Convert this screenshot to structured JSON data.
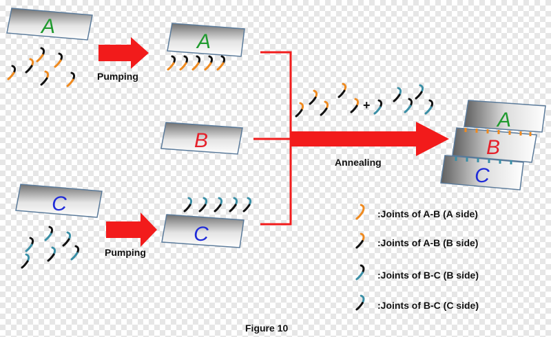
{
  "plates": {
    "a_initial": {
      "letter": "A",
      "color": "#1f9a2e"
    },
    "a_pumped": {
      "letter": "A",
      "color": "#1f9a2e"
    },
    "b_middle": {
      "letter": "B",
      "color": "#e5202a"
    },
    "c_initial": {
      "letter": "C",
      "color": "#1f2bd8"
    },
    "c_pumped": {
      "letter": "C",
      "color": "#1f2bd8"
    },
    "stack_a": {
      "letter": "A",
      "color": "#1f9a2e"
    },
    "stack_b": {
      "letter": "B",
      "color": "#e5202a"
    },
    "stack_c": {
      "letter": "C",
      "color": "#1f2bd8"
    }
  },
  "labels": {
    "pumping_top": "Pumping",
    "pumping_bottom": "Pumping",
    "annealing": "Annealing",
    "plus": "+",
    "figure": "Figure 10"
  },
  "legend": [
    {
      "text": ":Joints of A-B (A side)",
      "top": "#ef8a1f",
      "bottom": "#ef8a1f"
    },
    {
      "text": ":Joints of A-B (B side)",
      "top": "#ef8a1f",
      "bottom": "#111111"
    },
    {
      "text": ":Joints of B-C (B side)",
      "top": "#111111",
      "bottom": "#3a8fa6"
    },
    {
      "text": ":Joints of B-C (C side)",
      "top": "#3a8fa6",
      "bottom": "#111111"
    }
  ],
  "colors": {
    "arrow": "#f21b1b",
    "orange": "#ef8a1f",
    "black": "#111111",
    "teal": "#3a8fa6",
    "plate_dark": "#6f6f6f",
    "plate_light": "#ffffff"
  }
}
